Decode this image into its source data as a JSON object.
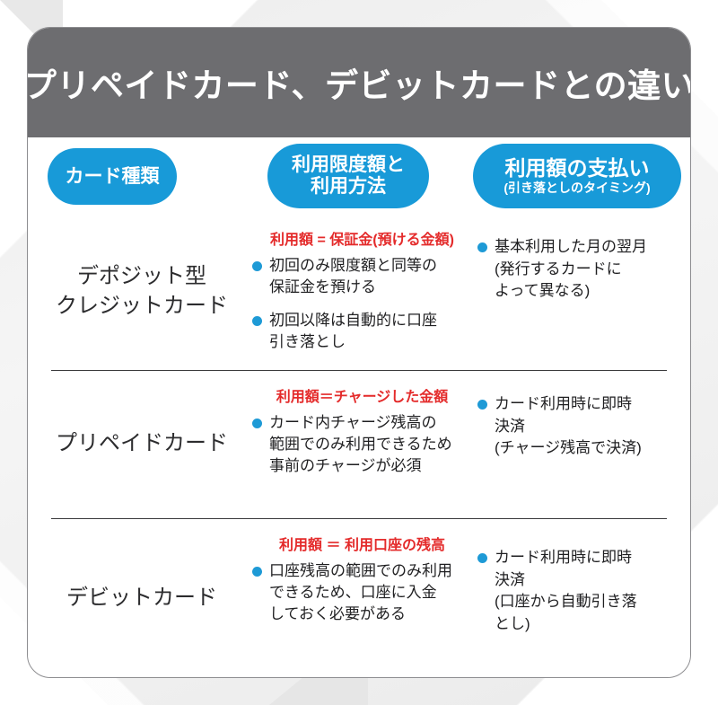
{
  "header": {
    "title": "プリペイドカード、デビットカードとの違い"
  },
  "columns": [
    {
      "label": "カード種類",
      "sub": ""
    },
    {
      "label": "利用限度額と\n利用方法",
      "line1": "利用限度額と",
      "line2": "利用方法",
      "sub": ""
    },
    {
      "label": "利用額の支払い",
      "sub": "(引き落としのタイミング)"
    }
  ],
  "rows": [
    {
      "type_line1": "デポジット型",
      "type_line2": "クレジットカード",
      "usage_heading": "利用額 = 保証金(預ける金額)",
      "usage_bullets": [
        "初回のみ限度額と同等の\n保証金を預ける",
        "初回以降は自動的に口座\n引き落とし"
      ],
      "usage_bullets_lines": [
        [
          "初回のみ限度額と同等の",
          "保証金を預ける"
        ],
        [
          "初回以降は自動的に口座",
          "引き落とし"
        ]
      ],
      "payment_bullets_lines": [
        [
          "基本利用した月の翌月",
          "(発行するカードに",
          "よって異なる)"
        ]
      ]
    },
    {
      "type_line1": "プリペイドカード",
      "type_line2": "",
      "usage_heading": "利用額＝チャージした金額",
      "usage_bullets_lines": [
        [
          "カード内チャージ残高の",
          "範囲でのみ利用できるため",
          "事前のチャージが必須"
        ]
      ],
      "payment_bullets_lines": [
        [
          "カード利用時に即時",
          "決済",
          "(チャージ残高で決済)"
        ]
      ]
    },
    {
      "type_line1": "デビットカード",
      "type_line2": "",
      "usage_heading": "利用額 ＝ 利用口座の残高",
      "usage_bullets_lines": [
        [
          "口座残高の範囲でのみ利用",
          "できるため、口座に入金",
          "しておく必要がある"
        ]
      ],
      "payment_bullets_lines": [
        [
          "カード利用時に即時",
          "決済",
          "(口座から自動引き落",
          "とし)"
        ]
      ]
    }
  ],
  "colors": {
    "title_band": "#6d6d70",
    "pill_blue": "#189ad8",
    "bullet_blue": "#1e9ad6",
    "heading_red": "#e42b2b",
    "card_bg": "#ffffff",
    "page_bg": "#f2f2f2"
  }
}
